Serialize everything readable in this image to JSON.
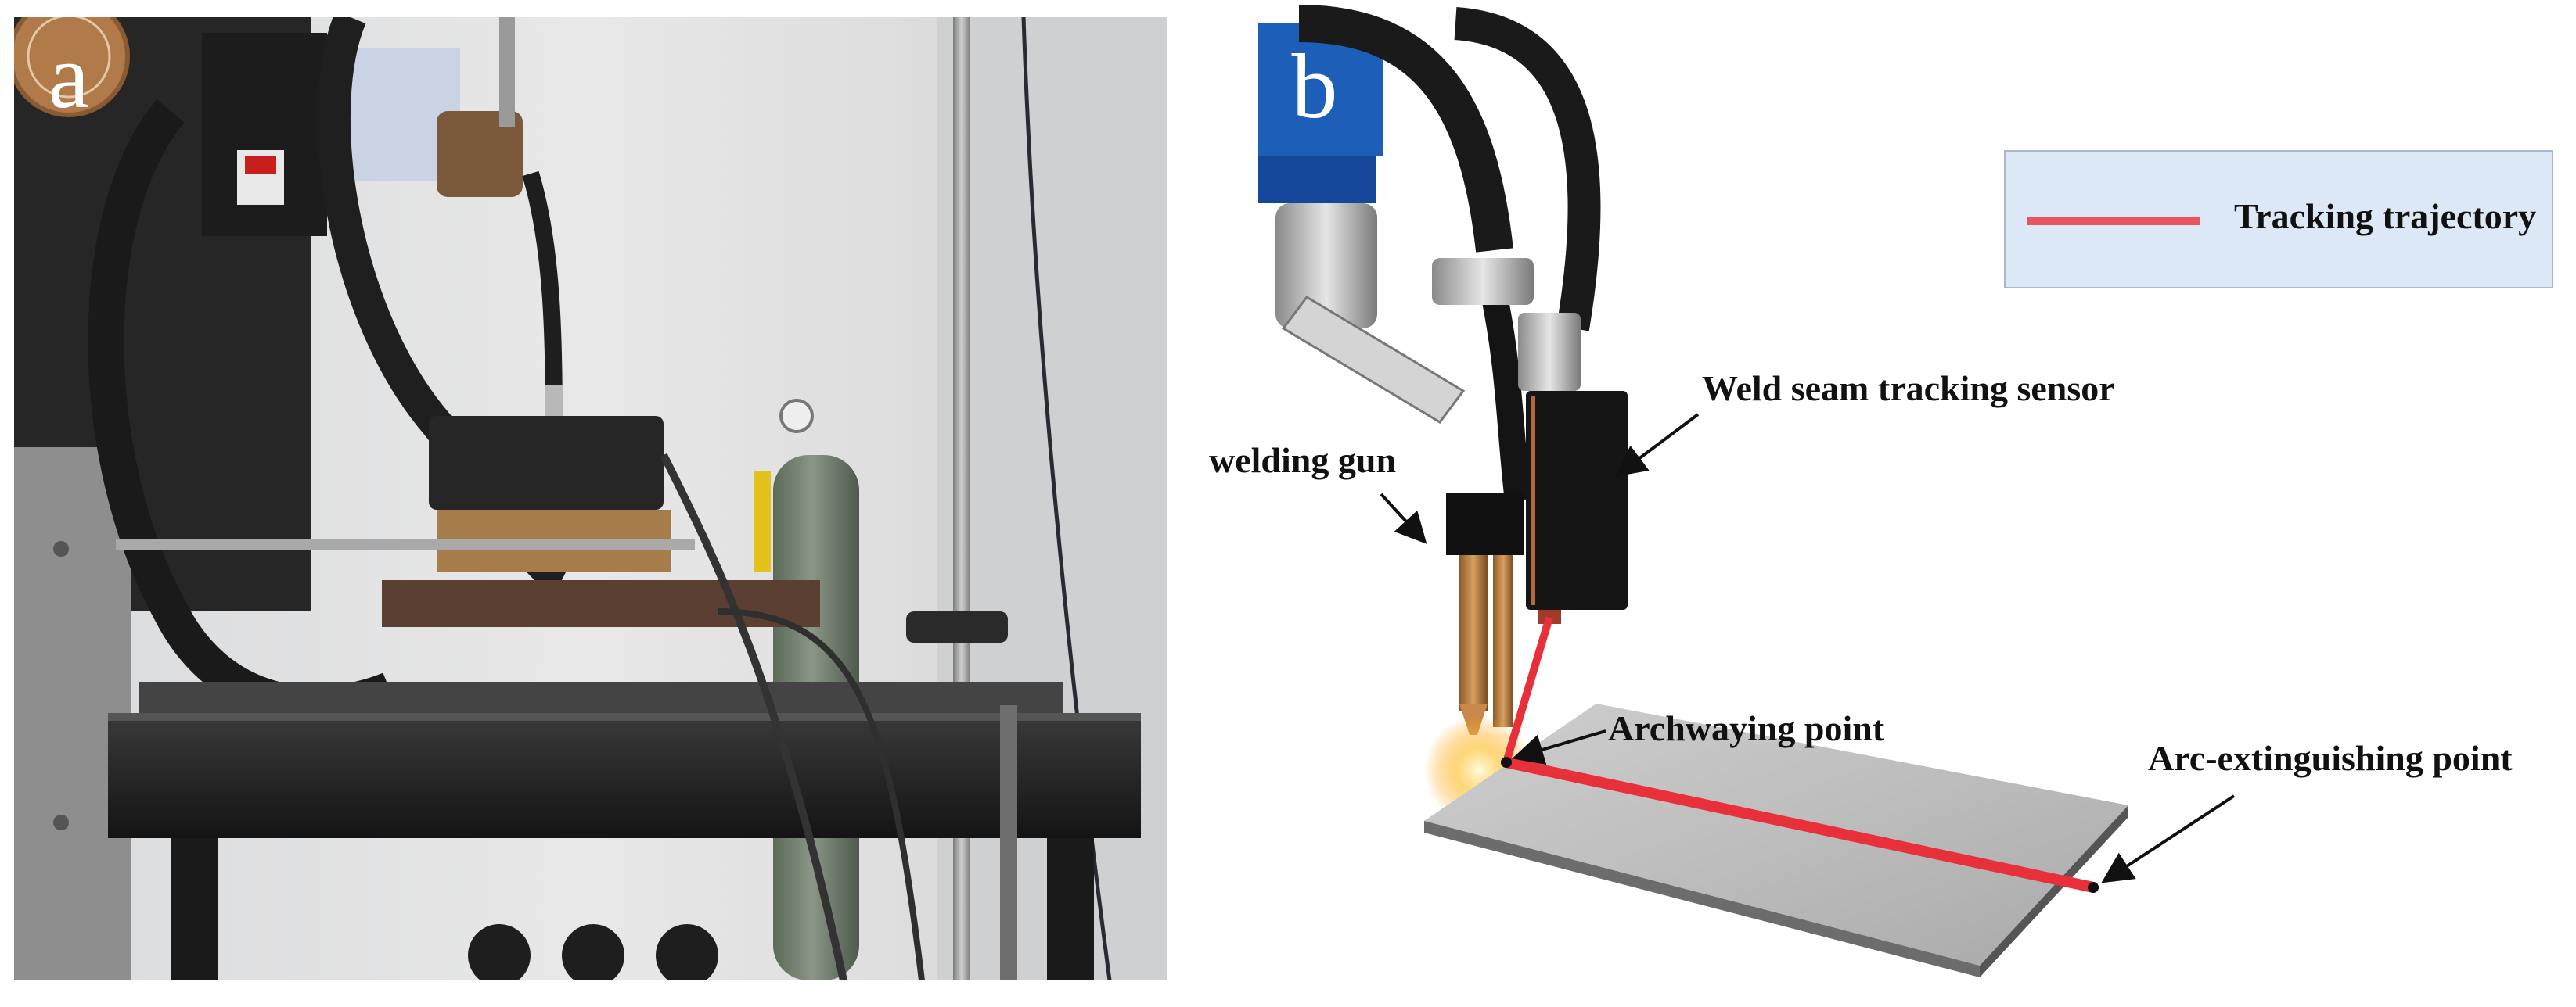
{
  "panel_a": {
    "letter": "a"
  },
  "panel_b": {
    "letter": "b",
    "legend": {
      "label": "Tracking trajectory",
      "line_color": "#e8555f",
      "box_color": "#dce8f5"
    },
    "labels": {
      "sensor": "Weld seam tracking sensor",
      "gun": "welding gun",
      "arc_start": "Archwaying point",
      "arc_end": "Arc-extinguishing point"
    },
    "trajectory_color": "#e8303a"
  }
}
